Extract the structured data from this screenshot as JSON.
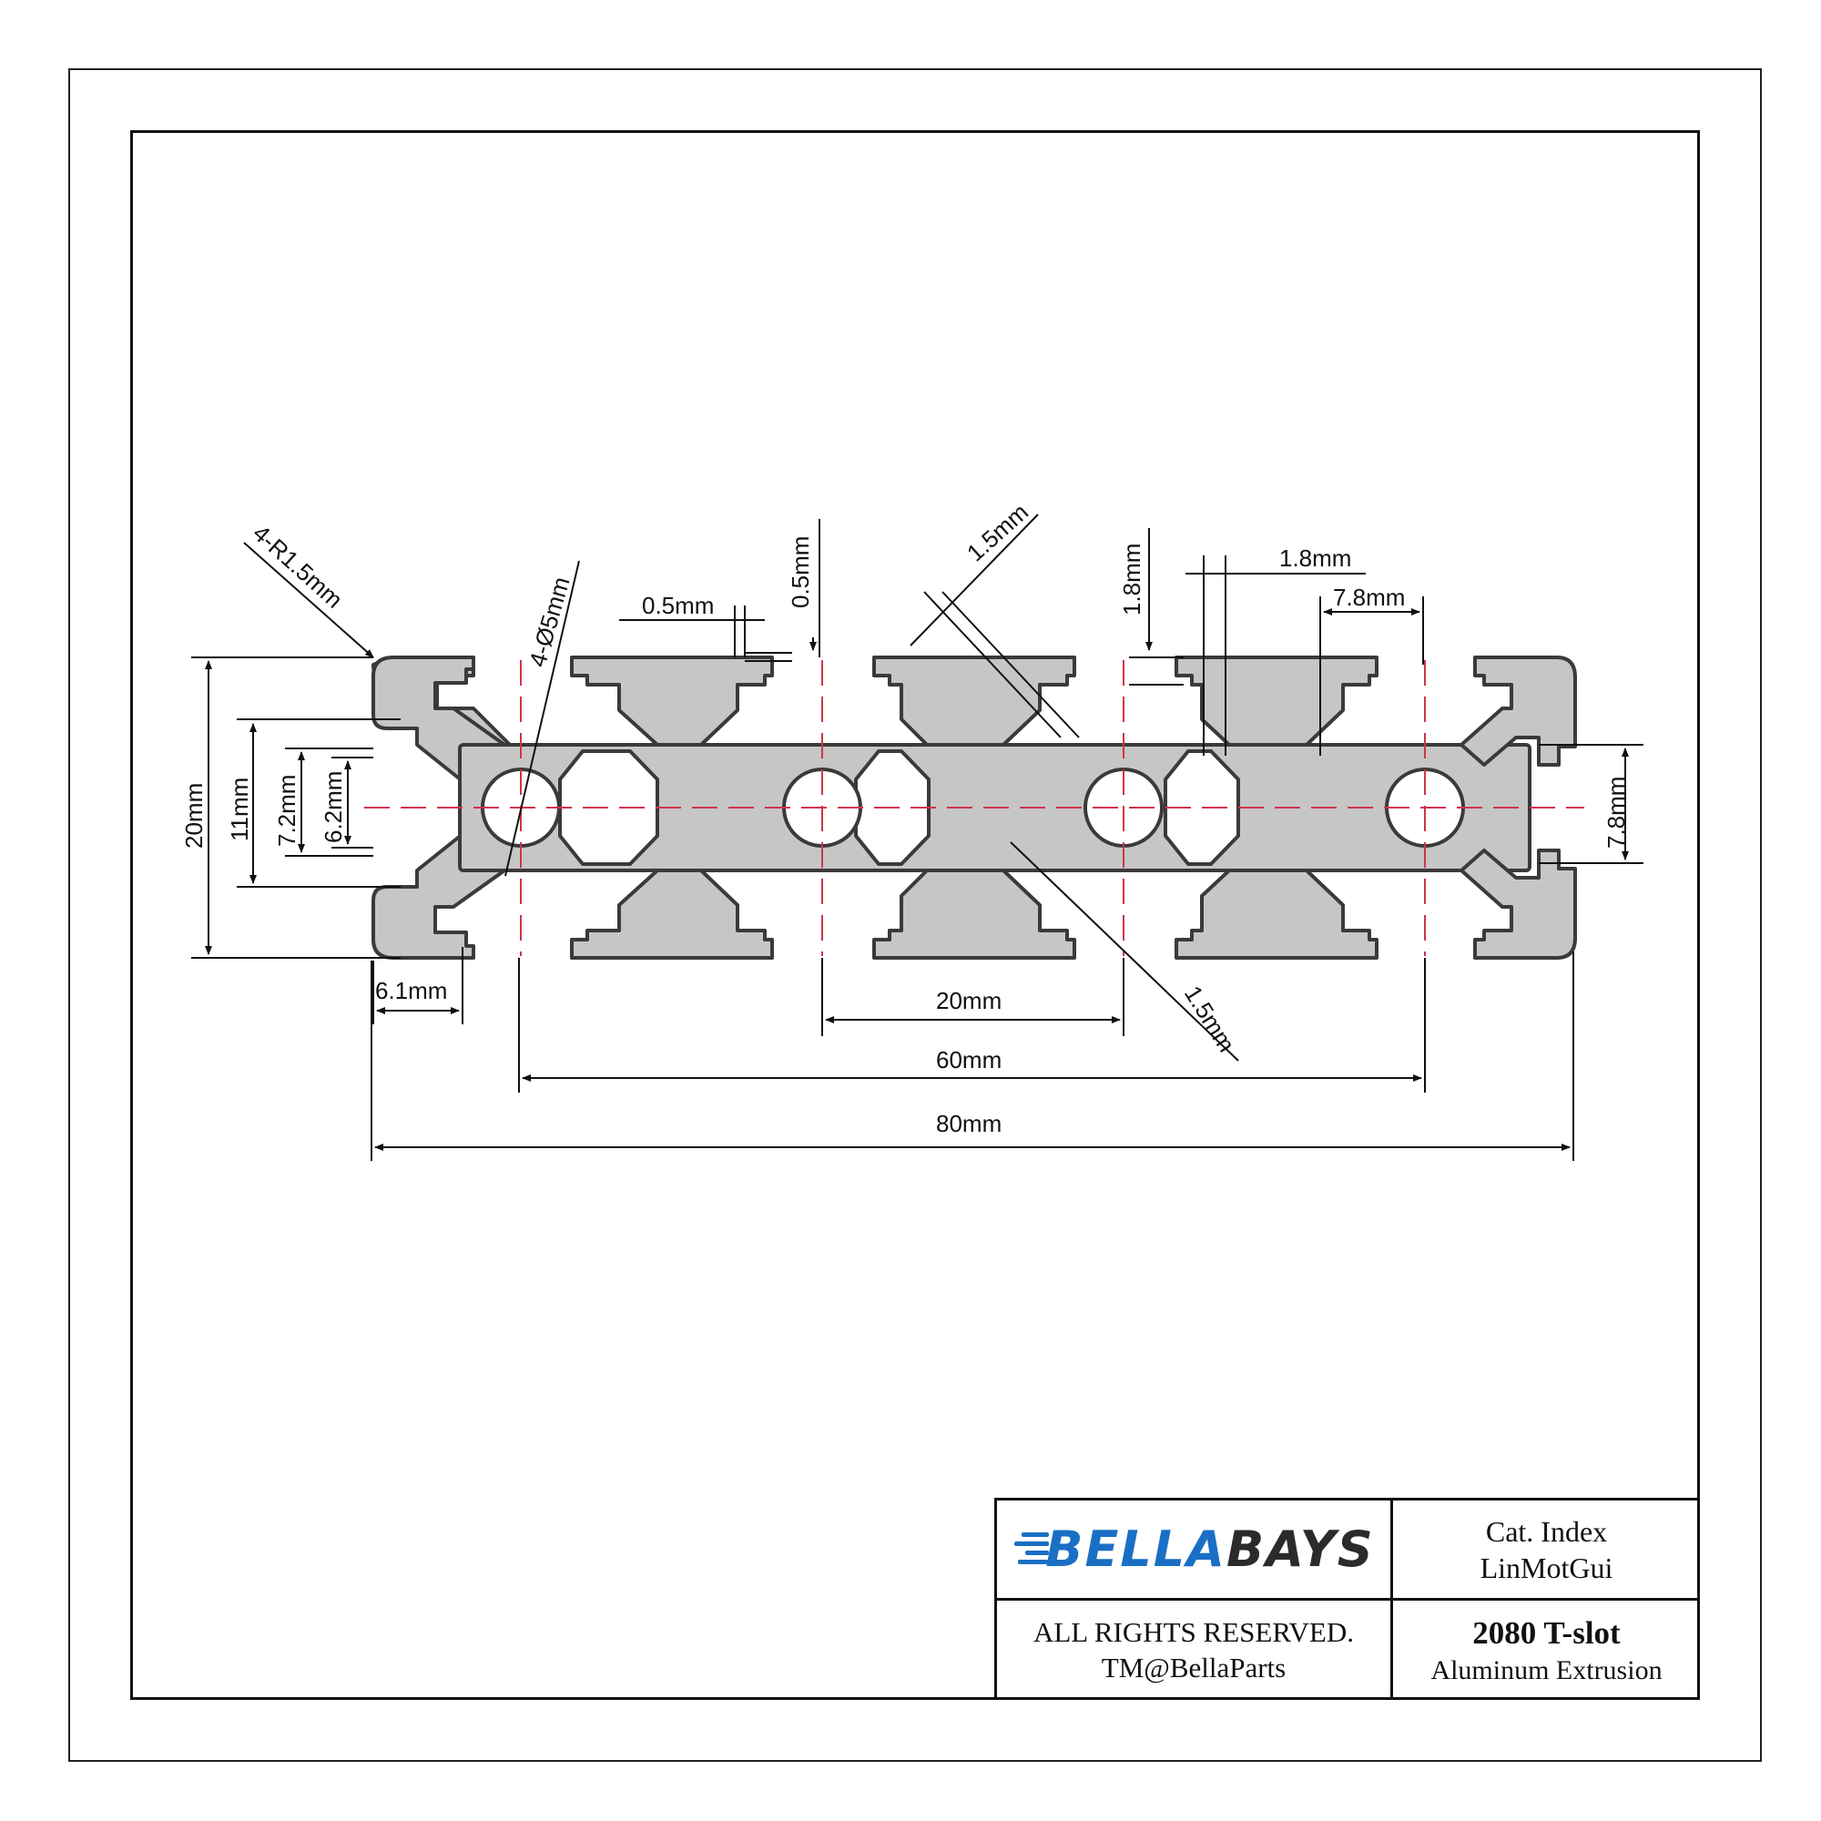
{
  "drawing": {
    "title": "2080 T-slot Aluminum Extrusion profile drawing",
    "colors": {
      "profile_fill": "#c6c6c6",
      "profile_stroke": "#3a3a3a",
      "centerline": "#d0344a",
      "dimension_line": "#111111",
      "logo_blue": "#1a6fc4",
      "logo_dark": "#2b2b2b"
    },
    "dimensions": {
      "corner_radius": "4-R1.5mm",
      "hole_diameter": "4-Ø5mm",
      "lip_width": "0.5mm",
      "lip_height": "0.5mm",
      "wall_diag_top": "1.5mm",
      "wall_thickness_v": "1.8mm",
      "wall_thickness_h": "1.8mm",
      "slot_top_width": "7.8mm",
      "slot_side_height": "7.8mm",
      "height": "20mm",
      "slot_depth_11": "11mm",
      "slot_inner_72": "7.2mm",
      "slot_opening_62": "6.2mm",
      "corner_width": "6.1mm",
      "pitch": "20mm",
      "hole_span": "60mm",
      "overall_width": "80mm",
      "wall_diag_bottom": "1.5mm"
    }
  },
  "title_block": {
    "logo": {
      "part1": "BELLA",
      "part2": "BAYS"
    },
    "catalog_label": "Cat. Index",
    "catalog_value": "LinMotGui",
    "rights_line1": "ALL RIGHTS RESERVED.",
    "rights_line2": "TM@BellaParts",
    "model": "2080 T-slot",
    "description": "Aluminum Extrusion"
  }
}
